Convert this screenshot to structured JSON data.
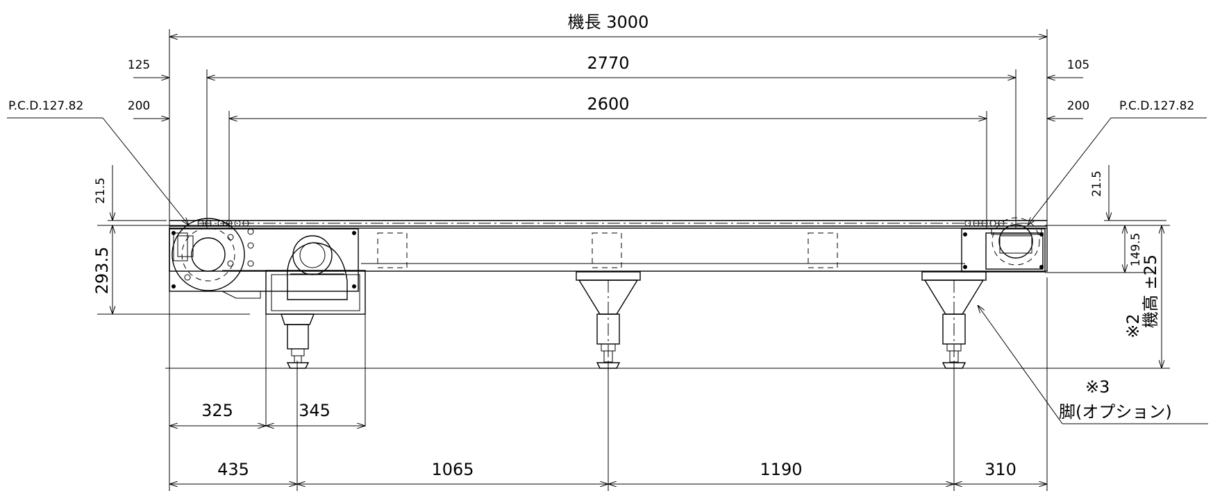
{
  "dimensions": {
    "overall_length": "機長 3000",
    "length_2770": "2770",
    "length_2600": "2600",
    "left_125": "125",
    "left_200": "200",
    "right_105": "105",
    "right_200": "200",
    "left_pcd": "P.C.D.127.82",
    "right_pcd": "P.C.D.127.82",
    "left_21_5": "21.5",
    "right_21_5": "21.5",
    "height_293_5": "293.5",
    "height_149_5": "149.5",
    "machine_height_note": "※2",
    "machine_height": "機高 ±25",
    "bottom_325": "325",
    "bottom_345": "345",
    "bottom_435": "435",
    "bottom_1065": "1065",
    "bottom_1190": "1190",
    "bottom_310": "310"
  },
  "notes": {
    "legs_ref": "※3",
    "legs_label": "脚(オプション)"
  }
}
